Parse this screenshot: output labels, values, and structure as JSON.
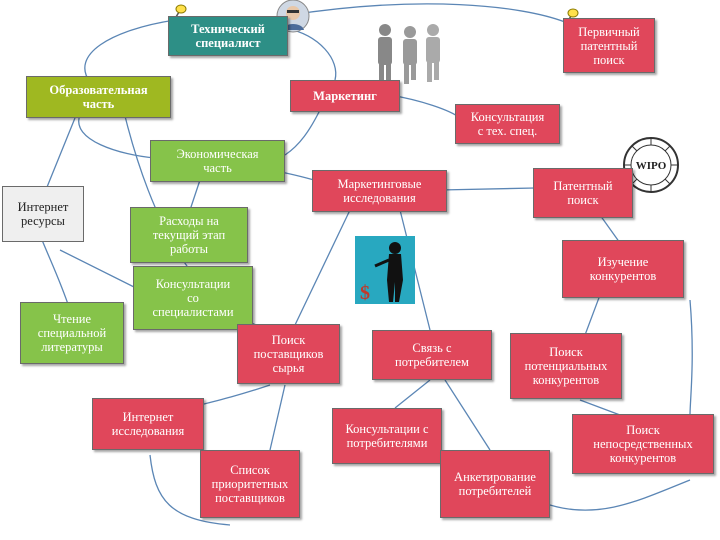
{
  "nodes": {
    "tech": "Технический\nспециалист",
    "primary_search": "Первичный\nпатентный\nпоиск",
    "education": "Образовательная\nчасть",
    "marketing": "Маркетинг",
    "consult_tech": "Консультация\nс тех. спец.",
    "economic": "Экономическая\nчасть",
    "market_research": "Маркетинговые\nисследования",
    "patent_search": "Патентный\nпоиск",
    "internet_resources": "Интернет\nресурсы",
    "current_costs": "Расходы на\nтекущий этап\nработы",
    "competitors_study": "Изучение\nконкурентов",
    "consult_specialists": "Консультации\nсо\nспециалистами",
    "reading": "Чтение\nспециальной\nлитературы",
    "supplier_search": "Поиск\nпоставщиков\nсырья",
    "consumer_link": "Связь с\nпотребителем",
    "potential_competitors": "Поиск\nпотенциальных\nконкурентов",
    "internet_research": "Интернет\nисследования",
    "consumer_consult": "Консультации с\nпотребителями",
    "direct_competitors": "Поиск\nнепосредственных\nконкурентов",
    "priority_suppliers": "Список\nприоритетных\nпоставщиков",
    "consumer_survey": "Анкетирование\nпотребителей"
  },
  "decor": {
    "dollar": "$",
    "wipo_logo": "WIPO",
    "icons": [
      "pushpin-icon",
      "engineer-icon",
      "people-silhouettes-icon",
      "businesswoman-icon",
      "wipo-logo-icon"
    ]
  },
  "colors": {
    "red": "#e0475b",
    "green": "#86c34a",
    "olive": "#9fb821",
    "teal": "#2d8f86",
    "gray": "#efefef",
    "line": "#5b86b5"
  }
}
